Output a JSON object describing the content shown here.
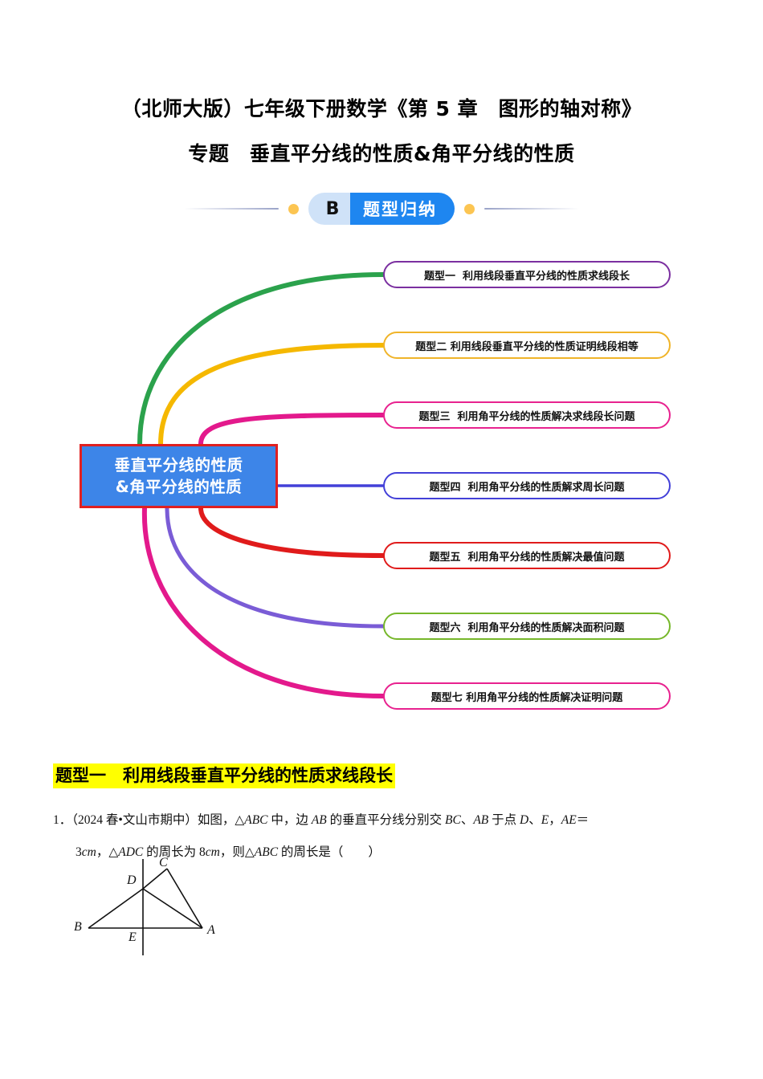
{
  "document": {
    "title_line_1": "（北师大版）七年级下册数学《第 5 章　图形的轴对称》",
    "title_line_2": "专题　垂直平分线的性质&角平分线的性质"
  },
  "badge": {
    "letter": "B",
    "label": "题型归纳",
    "letter_bg": "#cfe2f8",
    "label_bg": "#1e86f0",
    "dot_color": "#fcc552"
  },
  "mindmap": {
    "center": {
      "line1": "垂直平分线的性质",
      "line2": "&角平分线的性质",
      "fill": "#3d85e8",
      "border": "#e02020",
      "text_color": "#ffffff"
    },
    "branches": [
      {
        "label": "题型一  利用线段垂直平分线的性质求线段长",
        "color": "#7b2fa0",
        "curve_color": "#2ba24c"
      },
      {
        "label": "题型二 利用线段垂直平分线的性质证明线段相等",
        "color": "#f0b429",
        "curve_color": "#f5b800"
      },
      {
        "label": "题型三  利用角平分线的性质解决求线段长问题",
        "color": "#e8228f",
        "curve_color": "#e3198c"
      },
      {
        "label": "题型四  利用角平分线的性质解求周长问题",
        "color": "#4340d8",
        "curve_color": "#4340d8"
      },
      {
        "label": "题型五  利用角平分线的性质解决最值问题",
        "color": "#e01b1b",
        "curve_color": "#e01b1b"
      },
      {
        "label": "题型六  利用角平分线的性质解决面积问题",
        "color": "#76b72a",
        "curve_color": "#7a5cd6"
      },
      {
        "label": "题型七 利用角平分线的性质解决证明问题",
        "color": "#e8228f",
        "curve_color": "#e3198c"
      }
    ]
  },
  "section": {
    "heading": "题型一　利用线段垂直平分线的性质求线段长",
    "heading_highlight": "#ffff00"
  },
  "question": {
    "number": "1．",
    "line1_a": "（2024 春•文山市期中）如图，△",
    "line1_b": "ABC",
    "line1_c": " 中，边 ",
    "line1_d": "AB",
    "line1_e": " 的垂直平分线分别交 ",
    "line1_f": "BC",
    "line1_g": "、",
    "line1_h": "AB",
    "line1_i": " 于点 ",
    "line1_j": "D",
    "line1_k": "、",
    "line1_l": "E",
    "line1_m": "，",
    "line1_n": "AE",
    "line1_o": "＝",
    "line2_a": "3",
    "line2_b": "cm",
    "line2_c": "，△",
    "line2_d": "ADC",
    "line2_e": " 的周长为 8",
    "line2_f": "cm",
    "line2_g": "，则△",
    "line2_h": "ABC",
    "line2_i": " 的周长是（　　）"
  },
  "figure": {
    "labels": {
      "A": "A",
      "B": "B",
      "C": "C",
      "D": "D",
      "E": "E"
    }
  }
}
